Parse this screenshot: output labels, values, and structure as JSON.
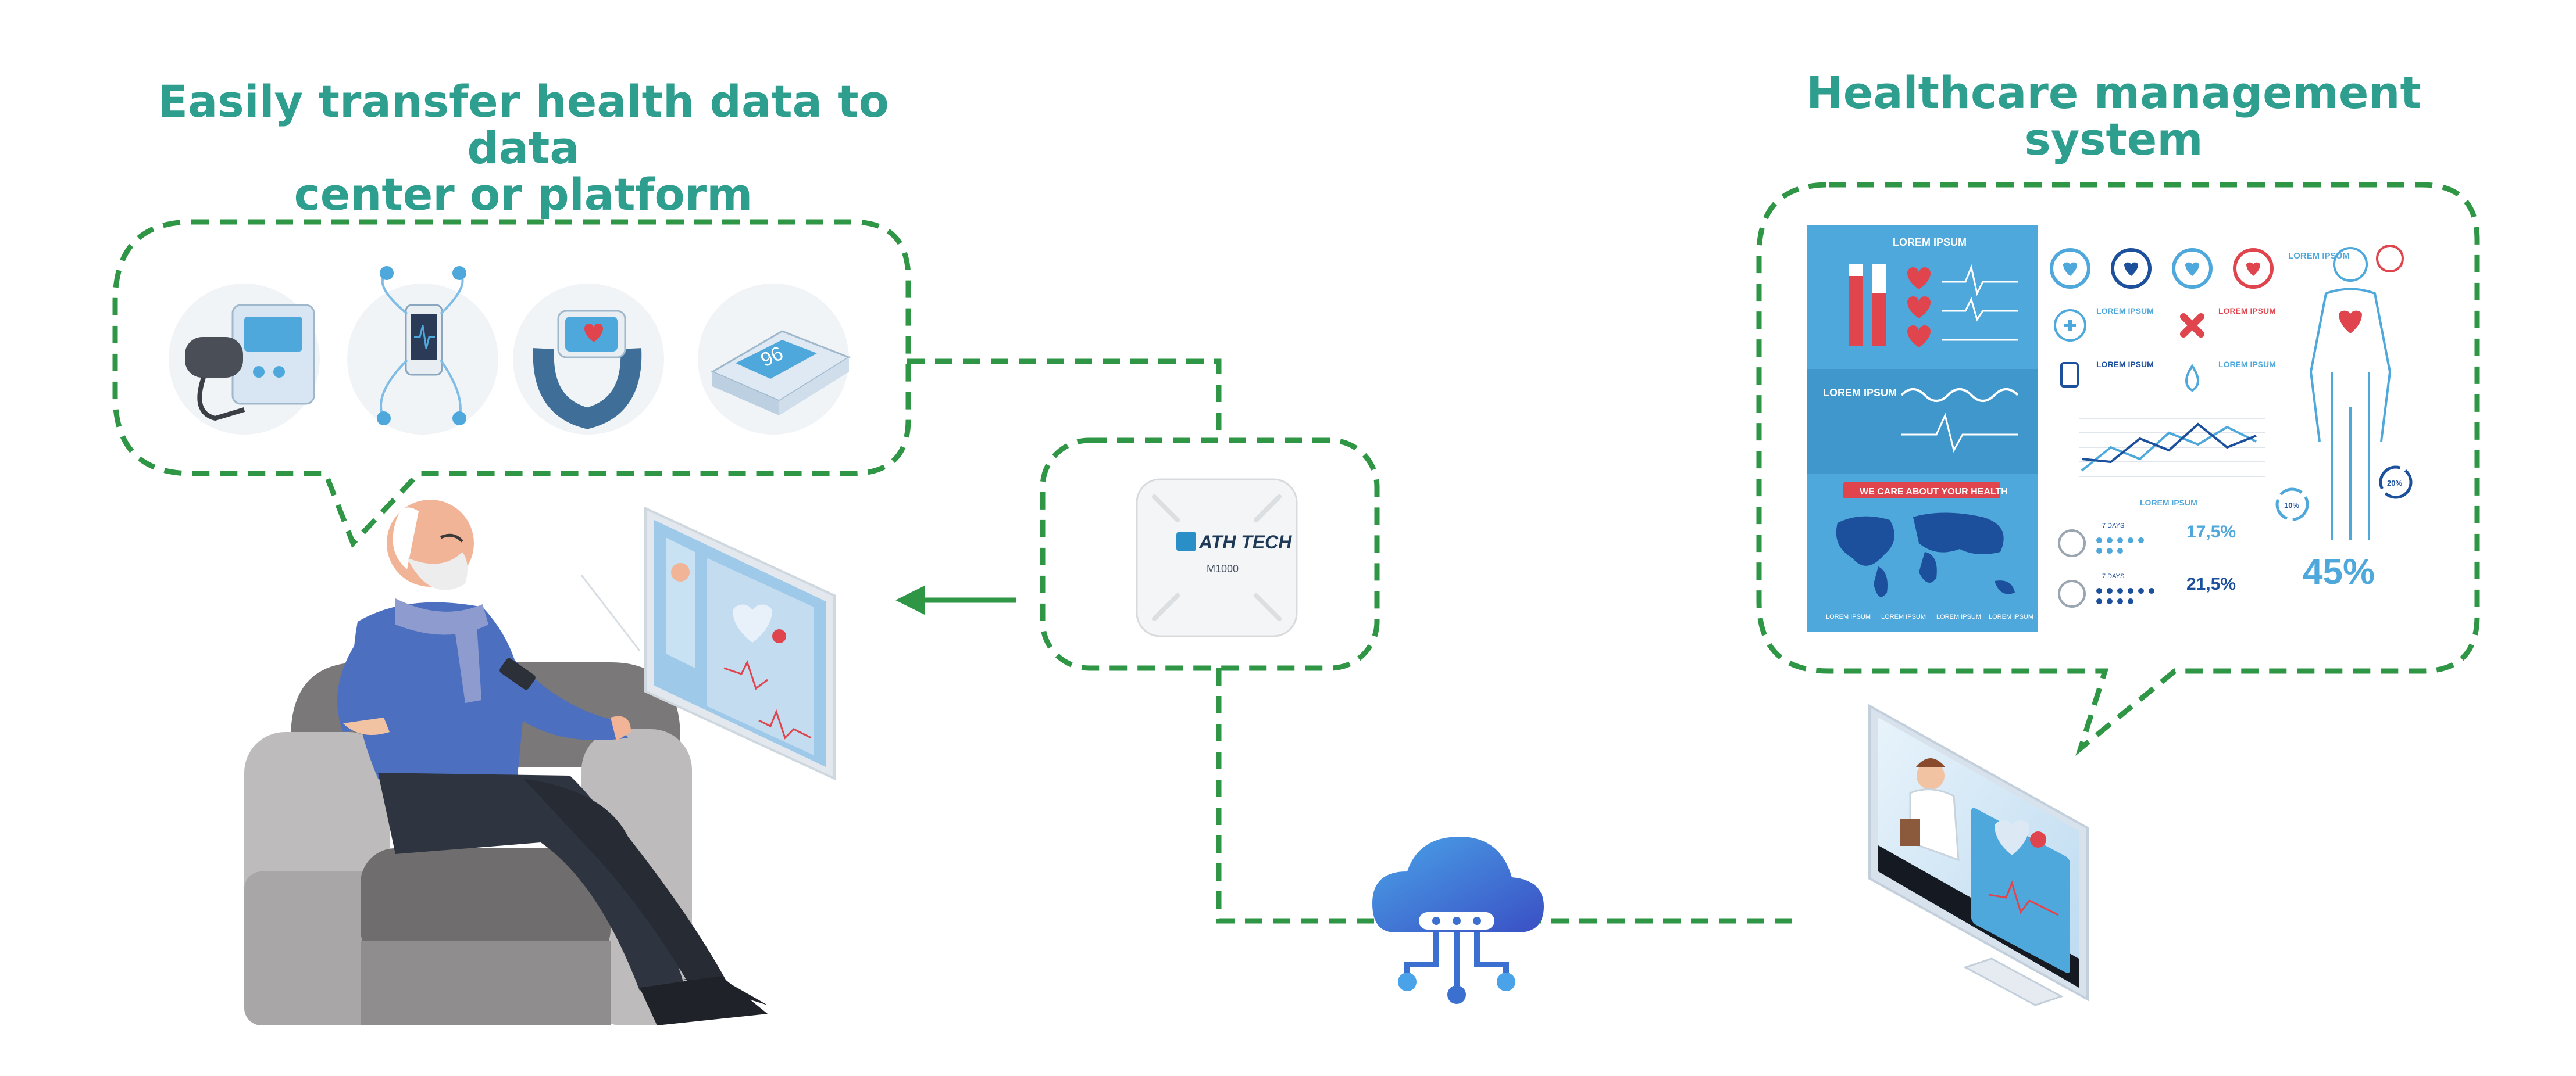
{
  "left_title_line1": "Easily transfer health data to data",
  "left_title_line2": "center or platform",
  "right_title": "Healthcare management system",
  "gateway": {
    "brand": "ATH TECH",
    "model": "M1000"
  },
  "infographic": {
    "header": "LOREM IPSUM",
    "section_title": "LOREM IPSUM",
    "banner": "WE CARE ABOUT YOUR HEALTH",
    "stats_label": "LOREM IPSUM",
    "label_a": "LOREM IPSUM",
    "label_b": "LOREM IPSUM",
    "label_c": "LOREM IPSUM",
    "label_d": "LOREM IPSUM",
    "body_label": "LOREM IPSUM",
    "legend": [
      "LOREM IPSUM",
      "LOREM IPSUM",
      "LOREM IPSUM",
      "LOREM IPSUM"
    ],
    "days_1": "7 DAYS",
    "days_2": "7 DAYS",
    "pct_1": "17,5%",
    "pct_2": "21,5%",
    "pct_big": "45%",
    "ring_1": "10%",
    "ring_2": "20%"
  },
  "colors": {
    "title": "#2e9e8f",
    "dash": "#2e9644",
    "panel_blue": "#4fa8db",
    "accent_red": "#e0454d",
    "cloud": "#3b6fd0"
  }
}
